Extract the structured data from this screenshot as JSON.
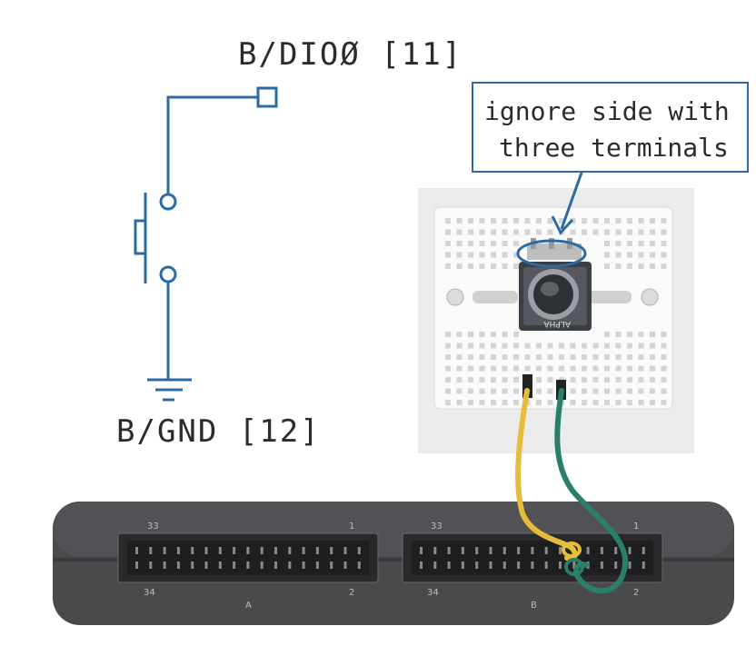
{
  "schematic": {
    "dio_label": "B/DIOØ [11]",
    "gnd_label": "B/GND [12]"
  },
  "callout": {
    "line1": "ignore side with",
    "line2": "three terminals"
  },
  "pot": {
    "brand_text": "ALPHA"
  },
  "device": {
    "connector_a": {
      "pin_top_left": "33",
      "pin_top_right": "1",
      "pin_bottom_left": "34",
      "pin_bottom_right": "2",
      "name": "A"
    },
    "connector_b": {
      "pin_top_left": "33",
      "pin_top_right": "1",
      "pin_bottom_left": "34",
      "pin_bottom_right": "2",
      "name": "B"
    }
  },
  "colors": {
    "schematic_blue": "#2c6aa5",
    "wire_yellow": "#e6bd3a",
    "wire_green": "#2a7f6a",
    "device_gray": "#4a4a4d"
  }
}
